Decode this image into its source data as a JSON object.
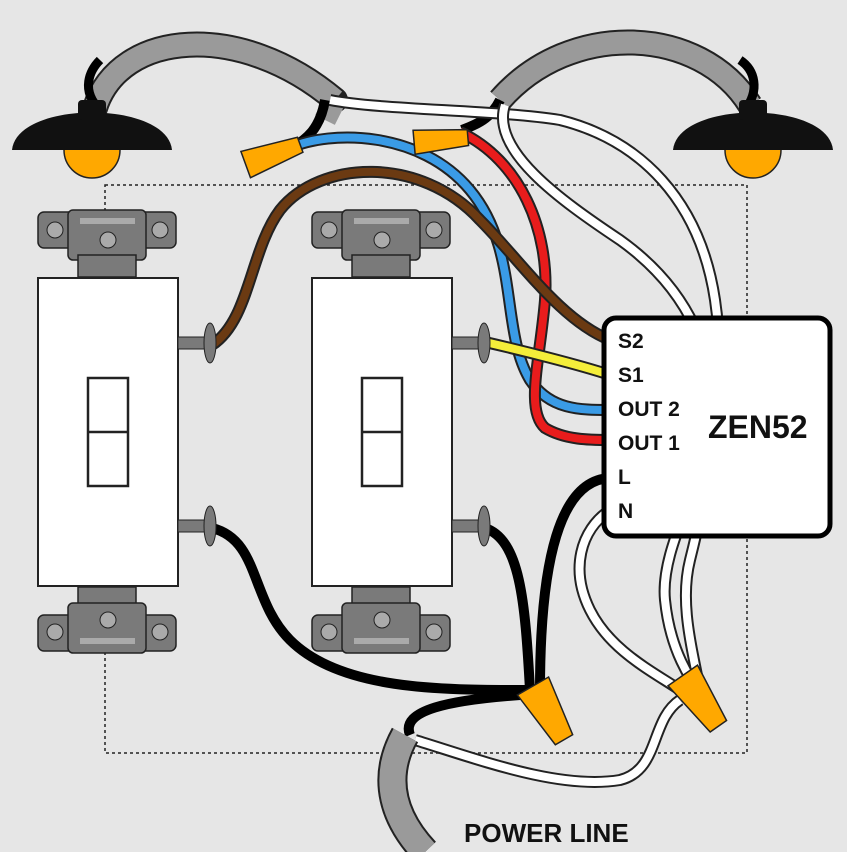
{
  "device": {
    "name": "ZEN52",
    "terminals": [
      "S2",
      "S1",
      "OUT 2",
      "OUT 1",
      "L",
      "N"
    ]
  },
  "footer_label": "POWER LINE",
  "colors": {
    "background": "#e6e6e6",
    "cable_sheath": "#9a9a9a",
    "hot": "#0a0a0a",
    "neutral": "#ffffff",
    "out1": "#e81c1c",
    "out2": "#3a9be6",
    "s1": "#f4ee3a",
    "s2": "#6b3a12",
    "wire_nut": "#ffa800",
    "bulb": "#ffa800",
    "lamp_shade": "#111111",
    "switch_body": "#ffffff",
    "yoke": "#7a7a7a"
  },
  "icons": [
    "lamp-icon",
    "wire-nut-icon",
    "switch-icon",
    "screw-icon"
  ]
}
